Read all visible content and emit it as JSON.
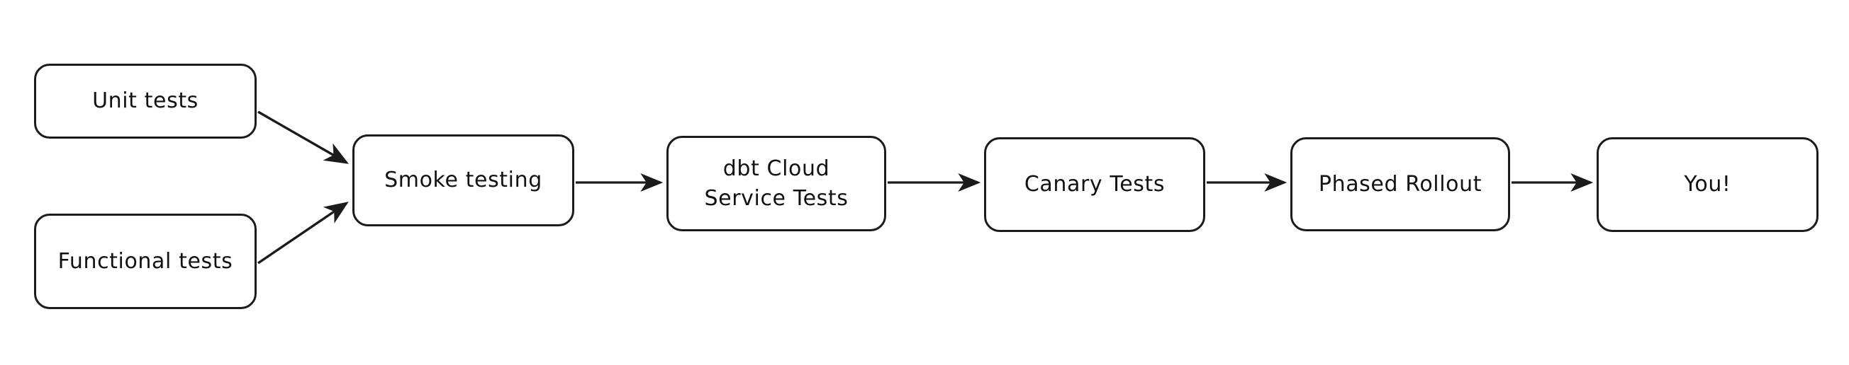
{
  "diagram": {
    "title": "Testing and release pipeline flowchart",
    "background_color": "#ffffff",
    "stroke_color": "#1b1b1b",
    "text_color": "#121212",
    "nodes": [
      {
        "id": "unit-tests",
        "label": "Unit tests"
      },
      {
        "id": "functional-tests",
        "label": "Functional tests"
      },
      {
        "id": "smoke-testing",
        "label": "Smoke testing"
      },
      {
        "id": "dbt-cloud",
        "label": "dbt Cloud\nService Tests"
      },
      {
        "id": "canary-tests",
        "label": "Canary Tests"
      },
      {
        "id": "phased-rollout",
        "label": "Phased Rollout"
      },
      {
        "id": "you",
        "label": "You!"
      }
    ],
    "edges": [
      {
        "from": "unit-tests",
        "to": "smoke-testing",
        "style": "arrow",
        "direction": "diagonal-down-right"
      },
      {
        "from": "functional-tests",
        "to": "smoke-testing",
        "style": "arrow",
        "direction": "diagonal-up-right"
      },
      {
        "from": "smoke-testing",
        "to": "dbt-cloud",
        "style": "arrow",
        "direction": "right"
      },
      {
        "from": "dbt-cloud",
        "to": "canary-tests",
        "style": "arrow",
        "direction": "right"
      },
      {
        "from": "canary-tests",
        "to": "phased-rollout",
        "style": "arrow",
        "direction": "right"
      },
      {
        "from": "phased-rollout",
        "to": "you",
        "style": "arrow",
        "direction": "right"
      }
    ]
  }
}
